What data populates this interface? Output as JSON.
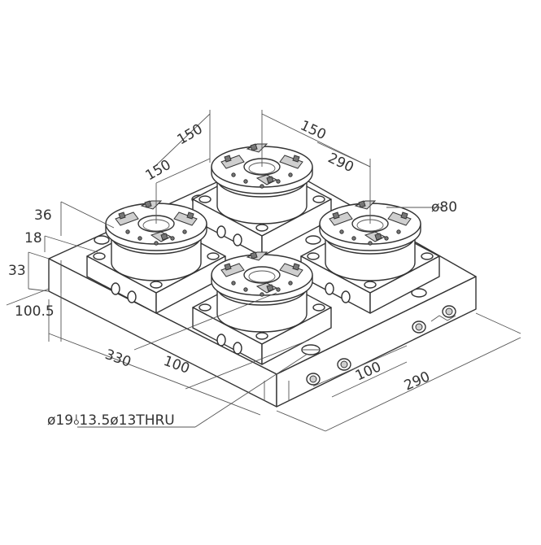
{
  "dimensions": {
    "top_left_150": "150",
    "top_right_150": "150",
    "mid_left_150": "150",
    "right_290": "290",
    "diameter_80": "ø80",
    "height_36": "36",
    "height_18": "18",
    "height_33": "33",
    "height_100_5": "100.5",
    "length_330": "330",
    "spacing_100_left": "100",
    "spacing_100_right": "100",
    "bottom_290": "290",
    "hole_note": "ø19⫰13.5ø13THRU"
  }
}
